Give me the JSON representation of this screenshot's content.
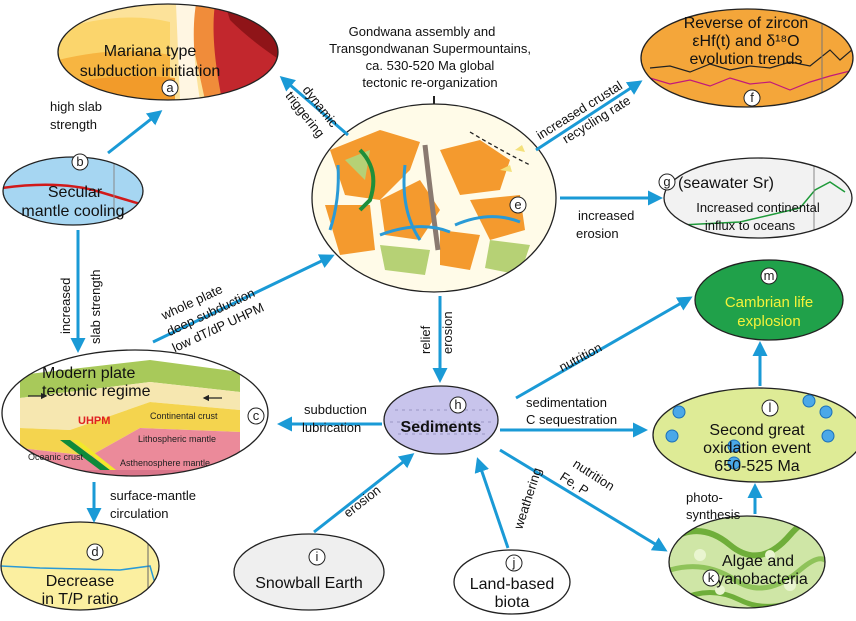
{
  "nodes": {
    "a": {
      "badge": "a",
      "line1": "Mariana type",
      "line2": "subduction initiation"
    },
    "b": {
      "badge": "b",
      "line1": "Secular",
      "line2": "mantle cooling"
    },
    "c": {
      "badge": "c",
      "line1": "Modern plate",
      "line2": "tectonic regime",
      "uhpm": "UHPM",
      "continental": "Continental crust",
      "lithospheric": "Lithospheric mantle",
      "asthenosphere": "Asthenosphere mantle",
      "oceanic": "Oceanic crust"
    },
    "d": {
      "badge": "d",
      "line1": "Decrease",
      "line2": "in T/P ratio"
    },
    "e": {
      "badge": "e",
      "caption1": "Gondwana assembly and",
      "caption2": "Transgondwanan Supermountains,",
      "caption3": "ca. 530-520 Ma global",
      "caption4": "tectonic re-organization"
    },
    "f": {
      "badge": "f",
      "line1": "Reverse of zircon",
      "line2": "εHf(t) and δ¹⁸O",
      "line3": "evolution trends"
    },
    "g": {
      "badge": "g",
      "line1": "(seawater Sr)",
      "line2": "Increased continental",
      "line3": "influx to oceans"
    },
    "h": {
      "badge": "h",
      "line1": "Sediments"
    },
    "i": {
      "badge": "i",
      "line1": "Snowball Earth"
    },
    "j": {
      "badge": "j",
      "line1": "Land-based",
      "line2": "biota"
    },
    "k": {
      "badge": "k",
      "line1": "Algae and",
      "line2": "cyanobacteria"
    },
    "l": {
      "badge": "l",
      "line1": "Second great",
      "line2": "oxidation event",
      "line3": "650-525 Ma"
    },
    "m": {
      "badge": "m",
      "line1": "Cambrian life",
      "line2": "explosion"
    }
  },
  "arrows": {
    "b_a": [
      "high slab",
      "strength"
    ],
    "e_a": [
      "dynamic",
      "triggering"
    ],
    "e_f": [
      "increased crustal",
      "recycling rate"
    ],
    "e_g": [
      "increased",
      "erosion"
    ],
    "b_c": [
      "increased",
      "slab strength"
    ],
    "c_e": [
      "whole plate",
      "deep subduction",
      "low dT/dP UHPM"
    ],
    "e_h": [
      "relief",
      "erosion"
    ],
    "h_m": [
      "nutrition"
    ],
    "h_l": [
      "sedimentation",
      "C sequestration"
    ],
    "h_c": [
      "subduction",
      "lubrication"
    ],
    "h_k": [
      "nutrition",
      "Fe, P"
    ],
    "c_d": [
      "surface-mantle",
      "circulation"
    ],
    "i_h": [
      "erosion"
    ],
    "j_h": [
      "weathering"
    ],
    "k_l": [
      "photo-",
      "synthesis"
    ]
  },
  "colors": {
    "arrow": "#1a9ad6",
    "mint": "#98cc2a",
    "cambrian": "#20a14a",
    "cambrian_text": "#f4f23a",
    "uhpm": "#e02020"
  }
}
